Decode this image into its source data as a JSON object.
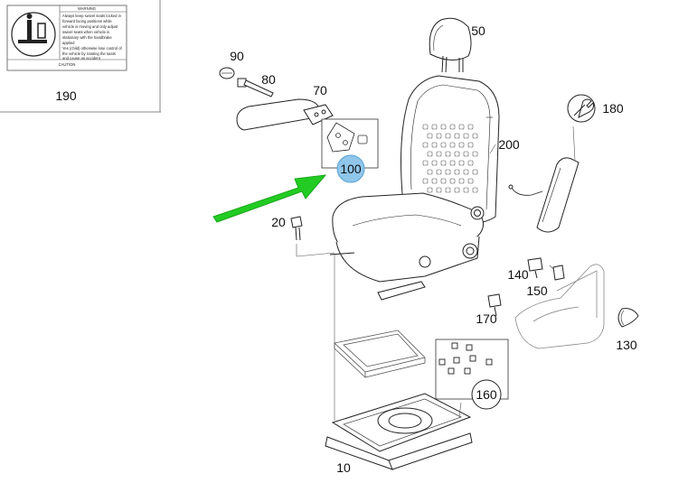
{
  "warning_label": {
    "part_number": "190",
    "heading": "WARNING",
    "lines": [
      "Always keep swivel seats locked in",
      "forward facing positions while",
      "vehicle is moving and only adjust",
      "swivel seats when vehicle is",
      "stationary with the handbrake",
      "applied",
      "Yes (child) otherwise lose control of",
      "the vehicle by rotating the seats",
      "and cause an accident"
    ],
    "footer": "CAUTION"
  },
  "parts": [
    {
      "id": "p10",
      "label": "10"
    },
    {
      "id": "p20",
      "label": "20"
    },
    {
      "id": "p50",
      "label": "50"
    },
    {
      "id": "p70",
      "label": "70"
    },
    {
      "id": "p80",
      "label": "80"
    },
    {
      "id": "p90",
      "label": "90"
    },
    {
      "id": "p100",
      "label": "100"
    },
    {
      "id": "p130",
      "label": "130"
    },
    {
      "id": "p140",
      "label": "140"
    },
    {
      "id": "p150",
      "label": "150"
    },
    {
      "id": "p160",
      "label": "160"
    },
    {
      "id": "p170",
      "label": "170"
    },
    {
      "id": "p180",
      "label": "180"
    },
    {
      "id": "p200",
      "label": "200"
    }
  ],
  "highlight": {
    "part": "100",
    "color": "#8fc6ea",
    "arrow_color": "#22cc22"
  }
}
